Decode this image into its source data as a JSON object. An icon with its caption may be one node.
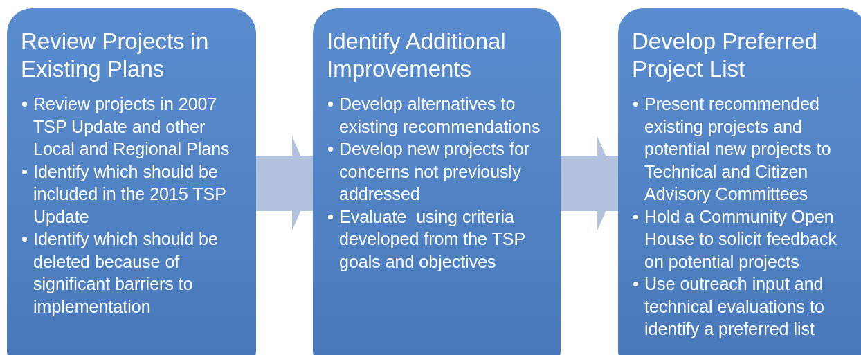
{
  "diagram": {
    "nodes": [
      {
        "text": [
          "Review Projects in Existing Plans",
          "Review projects in 2007 TSP Update and other Local and Regional Plans",
          "Identify which should be included in the 2015 TSP Update",
          "Identify which should be deleted because of significant barriers to implementation"
        ]
      },
      {
        "text": [
          "Identify Additional Improvements",
          "Develop alternatives to existing recommendations",
          "Develop new projects for concerns not previously addressed",
          "Evaluate  using criteria developed from the TSP goals and objectives"
        ]
      },
      {
        "text": [
          "Develop Preferred Project List",
          "Present recommended existing projects and potential new projects to Technical and Citizen Advisory Committees",
          "Hold a Community Open House to solicit feedback on potential projects",
          "Use outreach input and technical evaluations to identify a preferred list"
        ]
      }
    ],
    "edges": [
      {
        "from": 0,
        "to": 1,
        "arrow": "to"
      },
      {
        "from": 1,
        "to": 2,
        "arrow": "to"
      }
    ]
  }
}
